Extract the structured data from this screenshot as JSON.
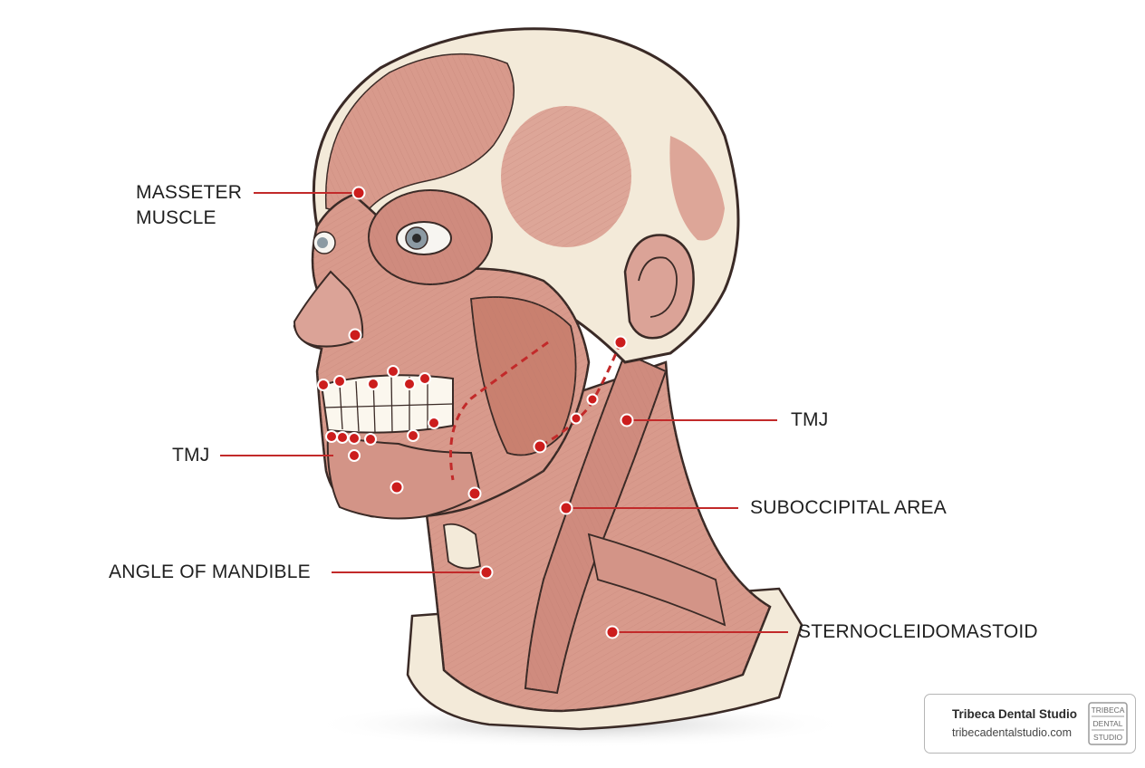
{
  "labels": {
    "masseter_line1": "MASSETER",
    "masseter_line2": "MUSCLE",
    "tmj_left": "TMJ",
    "angle_of_mandible": "ANGLE OF MANDIBLE",
    "tmj_right": "TMJ",
    "suboccipital_area": "SUBOCCIPITAL AREA",
    "sternocleidomastoid": "STERNOCLEIDOMASTOID"
  },
  "brand": {
    "name": "Tribeca Dental Studio",
    "url": "tribecadentalstudio.com",
    "logo_text": "TRIBECA DENTAL STUDIO"
  },
  "colors": {
    "muscle": "#d89a8c",
    "muscle_dark": "#b86f62",
    "bone": "#f3ead9",
    "outline": "#3a2a26",
    "marker": "#cc1d1d",
    "leader": "#c22a2a"
  }
}
